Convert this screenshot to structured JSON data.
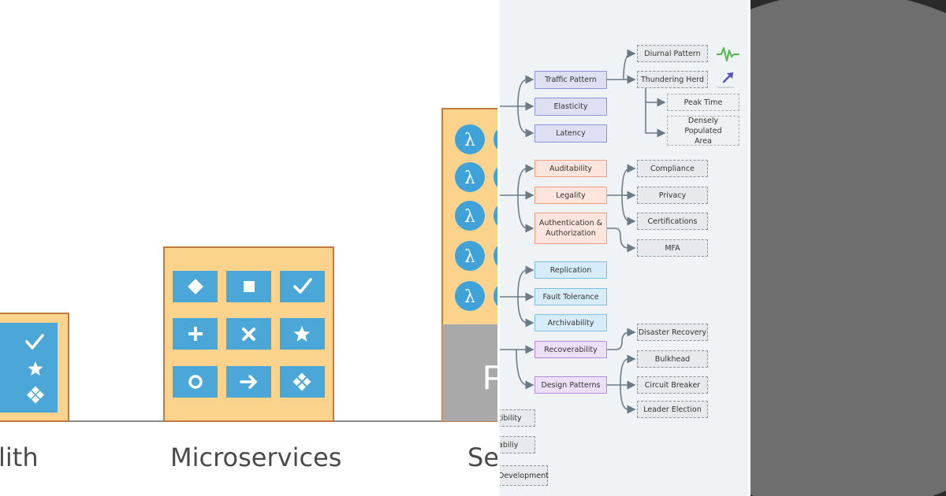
{
  "architectures": [
    {
      "label": "lith"
    },
    {
      "label": "Microservices"
    },
    {
      "label": "Se"
    }
  ],
  "serverless_glyph": "λ",
  "platform_letter": "P",
  "monolith_icons": [
    "check-icon",
    "star-icon",
    "diamond-cluster-icon"
  ],
  "microservice_icons": [
    "diamond-icon",
    "square-icon",
    "check-icon",
    "plus-icon",
    "times-icon",
    "star-icon",
    "circle-icon",
    "arrow-right-icon",
    "diamond-cluster-icon"
  ],
  "mindmap": {
    "groups": [
      {
        "nodes": [
          "Traffic Pattern",
          "Elasticity",
          "Latency"
        ]
      },
      {
        "nodes": [
          "Auditability",
          "Legality",
          "Authentication & Authorization"
        ]
      },
      {
        "nodes": [
          "Replication",
          "Fault Tolerance",
          "Archivability"
        ]
      },
      {
        "nodes": [
          "Recoverability",
          "Design Patterns"
        ]
      }
    ],
    "leaves": {
      "diurnal": "Diurnal Pattern",
      "thundering": "Thundering Herd",
      "peak": "Peak Time",
      "densely": "Densely Populated Area",
      "compliance": "Compliance",
      "privacy": "Privacy",
      "certifications": "Certifications",
      "mfa": "MFA",
      "disaster": "Disaster Recovery",
      "bulkhead": "Bulkhead",
      "circuit": "Circuit Breaker",
      "leader": "Leader Election"
    },
    "cut_nodes": [
      "tibility",
      "abiliy",
      "Development"
    ]
  },
  "colors": {
    "building": "#fbd38c",
    "building_border": "#c07a3e",
    "tile": "#4ba7d8",
    "platform": "#a9a9a9",
    "lambda_circle": "#3fa3d9"
  }
}
